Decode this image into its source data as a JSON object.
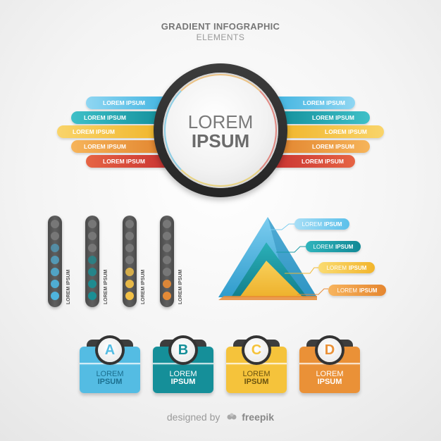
{
  "header": {
    "title": "GRADIENT INFOGRAPHIC",
    "subtitle": "ELEMENTS"
  },
  "center": {
    "line1": "LOREM",
    "line2": "IPSUM"
  },
  "bars_left": [
    {
      "label": "LOREM IPSUM",
      "color": "#5bc0e6"
    },
    {
      "label": "LOREM IPSUM",
      "color": "#1aa3b3"
    },
    {
      "label": "LOREM IPSUM",
      "color": "#f5c33b"
    },
    {
      "label": "LOREM IPSUM",
      "color": "#eb9a35"
    },
    {
      "label": "LOREM IPSUM",
      "color": "#d7413a"
    }
  ],
  "bars_right": [
    {
      "label": "LOREM IPSUM",
      "color": "#5bc0e6"
    },
    {
      "label": "LOREM IPSUM",
      "color": "#1aa3b3"
    },
    {
      "label": "LOREM IPSUM",
      "color": "#f5c33b"
    },
    {
      "label": "LOREM IPSUM",
      "color": "#eb9a35"
    },
    {
      "label": "LOREM IPSUM",
      "color": "#d7413a"
    }
  ],
  "columns": [
    {
      "label": "LOREM IPSUM",
      "color": "#4fb4dd",
      "filled": 5
    },
    {
      "label": "LOREM IPSUM",
      "color": "#1a8f95",
      "filled": 4
    },
    {
      "label": "LOREM IPSUM",
      "color": "#f2c046",
      "filled": 3
    },
    {
      "label": "LOREM IPSUM",
      "color": "#e58a36",
      "filled": 2
    }
  ],
  "pyramid_labels": [
    {
      "light": "LOREM",
      "bold": "IPSUM",
      "color": "#6cc6ec"
    },
    {
      "light": "LOREM",
      "bold": "IPSUM",
      "color": "#168f9c"
    },
    {
      "light": "LOREM",
      "bold": "IPSUM",
      "color": "#f5c33b"
    },
    {
      "light": "LOREM",
      "bold": "IPSUM",
      "color": "#ea8e37"
    }
  ],
  "cards": [
    {
      "letter": "A",
      "line1": "LOREM",
      "line2": "IPSUM",
      "color": "#54bce3",
      "text_color": "#1b6f8f"
    },
    {
      "letter": "B",
      "line1": "LOREM",
      "line2": "IPSUM",
      "color": "#158f99",
      "text_color": "#ffffff"
    },
    {
      "letter": "C",
      "line1": "LOREM",
      "line2": "IPSUM",
      "color": "#f5c33b",
      "text_color": "#6b5410"
    },
    {
      "letter": "D",
      "line1": "LOREM",
      "line2": "IPSUM",
      "color": "#ea9137",
      "text_color": "#ffffff"
    }
  ],
  "footer": {
    "prefix": "designed by",
    "brand": "freepik"
  }
}
